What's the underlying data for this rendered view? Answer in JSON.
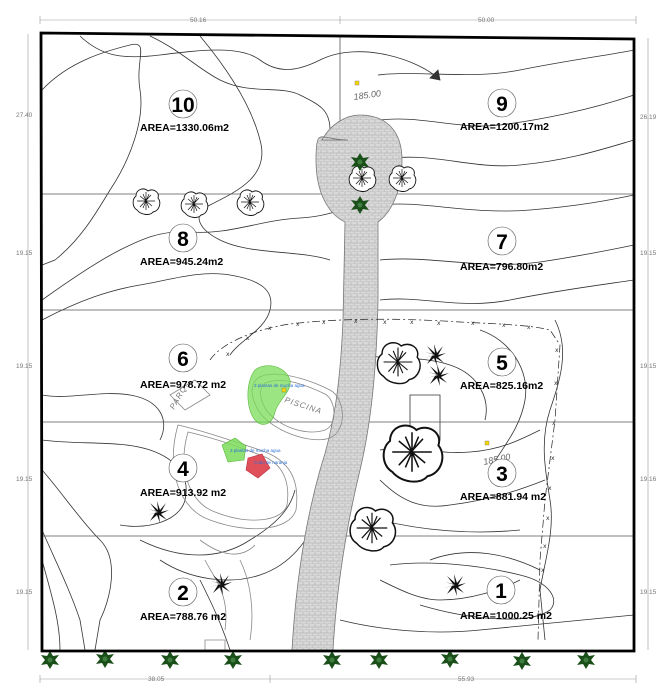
{
  "dimensions": {
    "top_left": "50.16",
    "top_right": "50.00",
    "bottom_left": "38.05",
    "bottom_right": "55.93",
    "left": [
      "27.40",
      "19.15",
      "19.15",
      "19.15",
      "19.15"
    ],
    "right": [
      "26.19",
      "19.15",
      "19.15",
      "19.16",
      "19.15"
    ]
  },
  "lots": [
    {
      "number": "10",
      "area": "AREA=1330.06m2"
    },
    {
      "number": "9",
      "area": "AREA=1200.17m2"
    },
    {
      "number": "8",
      "area": "AREA=945.24m2"
    },
    {
      "number": "7",
      "area": "AREA=796.80m2"
    },
    {
      "number": "6",
      "area": "AREA=978.72 m2"
    },
    {
      "number": "5",
      "area": "AREA=825.16m2"
    },
    {
      "number": "4",
      "area": "AREA=913.92 m2"
    },
    {
      "number": "3",
      "area": "AREA=881.94 m2"
    },
    {
      "number": "2",
      "area": "AREA=788.76 m2"
    },
    {
      "number": "1",
      "area": "AREA=1000.25 m2"
    }
  ],
  "contour_labels": [
    "185.00",
    "185.00"
  ],
  "pool_label": "PISCINA",
  "parking_label": "PARQ.",
  "notes": [
    "3 plantas de mucha agua",
    "3 plantas de mucha agua",
    "Cubo de naranja"
  ],
  "colors": {
    "boundary": "#000000",
    "contour": "#333333",
    "grid": "#555555",
    "path_fill": "#d6d6d6",
    "green_zone": "#7bdc5a",
    "red_zone": "#e0505a",
    "note_text": "#2a6fd6",
    "tree": "#1a4f1a"
  }
}
